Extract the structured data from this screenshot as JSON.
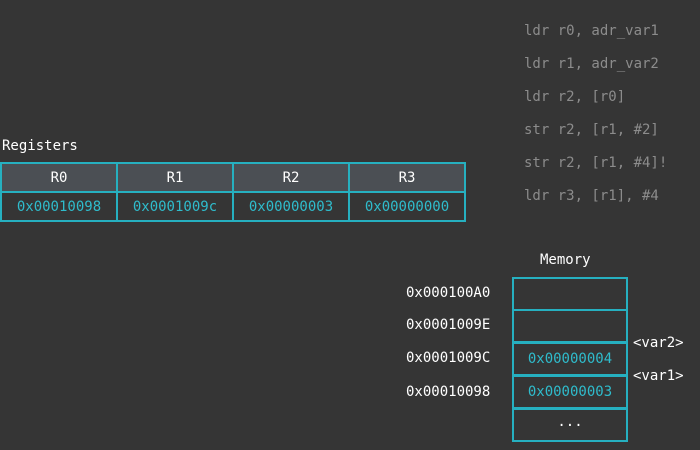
{
  "code": {
    "lines": [
      "ldr r0, adr_var1",
      "ldr r1, adr_var2",
      "ldr r2, [r0]",
      "str r2, [r1, #2]",
      "str r2, [r1, #4]!",
      "ldr r3, [r1], #4"
    ]
  },
  "registers": {
    "title": "Registers",
    "headers": [
      "R0",
      "R1",
      "R2",
      "R3"
    ],
    "values": [
      "0x00010098",
      "0x0001009c",
      "0x00000003",
      "0x00000000"
    ]
  },
  "memory": {
    "title": "Memory",
    "rows": [
      {
        "address": "0x000100A0",
        "value": "",
        "tag": ""
      },
      {
        "address": "0x0001009E",
        "value": "",
        "tag": ""
      },
      {
        "address": "0x0001009C",
        "value": "0x00000004",
        "tag": "<var2>"
      },
      {
        "address": "0x00010098",
        "value": "0x00000003",
        "tag": "<var1>"
      }
    ],
    "ellipsis": "..."
  },
  "colors": {
    "background": "#353535",
    "border": "#26b0c0",
    "value_text": "#2fbccc",
    "header_bg": "#4b4f54",
    "code_text": "#8c8c8c"
  }
}
